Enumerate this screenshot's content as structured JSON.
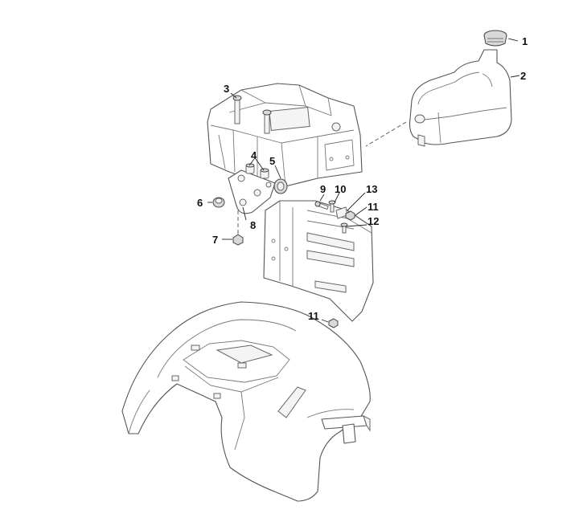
{
  "callouts": [
    {
      "id": "c1",
      "label": "1"
    },
    {
      "id": "c2",
      "label": "2"
    },
    {
      "id": "c3",
      "label": "3"
    },
    {
      "id": "c4",
      "label": "4"
    },
    {
      "id": "c5",
      "label": "5"
    },
    {
      "id": "c6",
      "label": "6"
    },
    {
      "id": "c7",
      "label": "7"
    },
    {
      "id": "c8",
      "label": "8"
    },
    {
      "id": "c9",
      "label": "9"
    },
    {
      "id": "c10",
      "label": "10"
    },
    {
      "id": "c13",
      "label": "13"
    },
    {
      "id": "c11a",
      "label": "11"
    },
    {
      "id": "c12",
      "label": "12"
    },
    {
      "id": "c11b",
      "label": "11"
    }
  ]
}
